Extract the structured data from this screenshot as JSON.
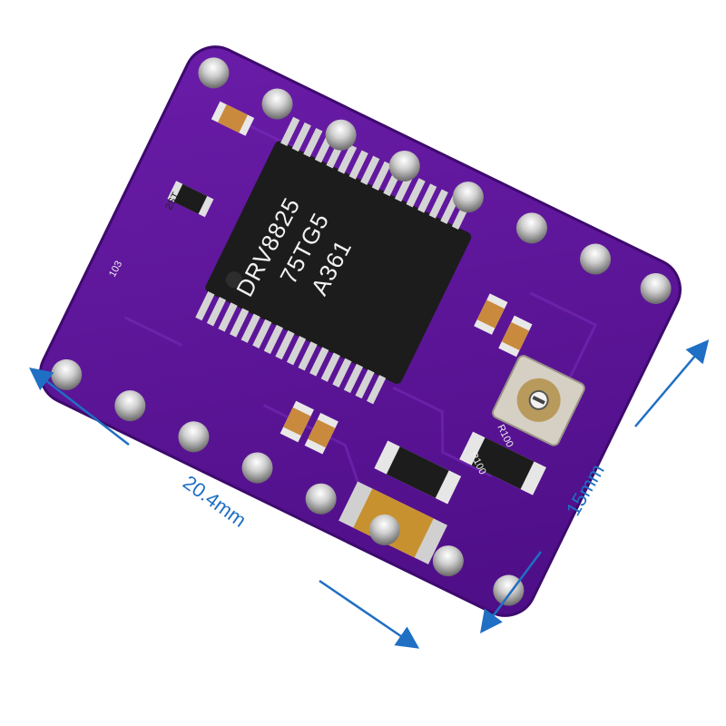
{
  "product": {
    "chip": {
      "line1": "DRV8825",
      "line2": "75TG5",
      "line3": "A361"
    },
    "resistor_markings": {
      "top": "103",
      "mid": "2ST",
      "sense_a": "R100",
      "sense_b": "R100"
    }
  },
  "dimensions": {
    "width_label": "20.4mm",
    "height_label": "15mm"
  },
  "colors": {
    "pcb": "#5b1596",
    "pcb_edge": "#4a0f80",
    "chip": "#1c1c1c",
    "pin": "#c8c8c8",
    "dimension_line": "#1f6fc4"
  }
}
